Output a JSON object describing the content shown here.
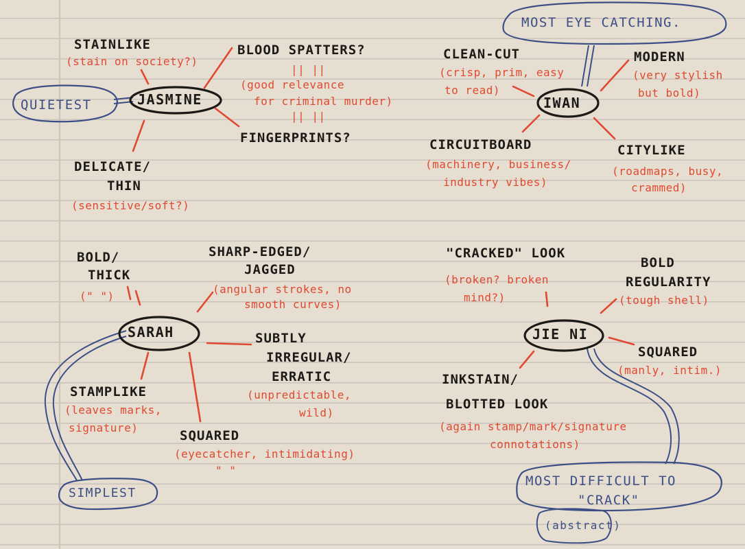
{
  "colors": {
    "ink": "#1c1a17",
    "accent_red": "#e0492f",
    "accent_blue": "#3b4f86",
    "paper": "#e7ded2"
  },
  "jasmine": {
    "name": "JASMINE",
    "stainlike": {
      "label": "STAINLIKE",
      "note": "(stain on society?)"
    },
    "blood": {
      "label": "BLOOD SPATTERS?",
      "ditto_top": "||  ||"
    },
    "relevance_note": {
      "line1": "(good relevance",
      "line2": "for criminal murder)"
    },
    "fingerprints": {
      "ditto_bottom": "||  ||",
      "label": "FINGERPRINTS?"
    },
    "delicate": {
      "line1": "DELICATE/",
      "line2": "THIN",
      "note": "(sensitive/soft?)"
    },
    "quietest": "QUIETEST"
  },
  "iwan": {
    "name": "IWAN",
    "most_eye_catching": "MOST EYE CATCHING.",
    "clean_cut": {
      "label": "CLEAN-CUT",
      "note1": "(crisp, prim, easy",
      "note2": "to read)"
    },
    "modern": {
      "label": "MODERN",
      "note1": "(very stylish",
      "note2": "but bold)"
    },
    "circuitboard": {
      "label": "CIRCUITBOARD",
      "note1": "(machinery, business/",
      "note2": "industry vibes)"
    },
    "citylike": {
      "label": "CITYLIKE",
      "note1": "(roadmaps, busy,",
      "note2": "crammed)"
    }
  },
  "sarah": {
    "name": "SARAH",
    "bold_thick": {
      "line1": "BOLD/",
      "line2": "THICK",
      "note": "(\" \")"
    },
    "sharp": {
      "line1": "SHARP-EDGED/",
      "line2": "JAGGED",
      "note1": "(angular strokes, no",
      "note2": "smooth curves)"
    },
    "subtly": {
      "line1": "SUBTLY",
      "line2": "IRREGULAR/",
      "line3": "ERRATIC",
      "note1": "(unpredictable,",
      "note2": "wild)"
    },
    "stamplike": {
      "label": "STAMPLIKE",
      "note1": "(leaves marks,",
      "note2": "signature)"
    },
    "squared": {
      "label": "SQUARED",
      "note": "(eyecatcher, intimidating)",
      "ditto": "\"        \""
    },
    "simplest": "SIMPLEST"
  },
  "jieni": {
    "name": "JIE NI",
    "cracked": {
      "label": "\"CRACKED\" LOOK",
      "note1": "(broken? broken",
      "note2": "mind?)"
    },
    "bold_regularity": {
      "line1": "BOLD",
      "line2": "REGULARITY",
      "note": "(tough shell)"
    },
    "squared": {
      "label": "SQUARED",
      "note": "(manly, intim.)"
    },
    "inkstain": {
      "line1": "INKSTAIN/",
      "line2": "BLOTTED LOOK",
      "note1": "(again stamp/mark/signature",
      "note2": "connotations)"
    },
    "most_difficult": {
      "line1": "MOST DIFFICULT TO",
      "line2": "\"CRACK\"",
      "note": "(abstract)"
    }
  }
}
